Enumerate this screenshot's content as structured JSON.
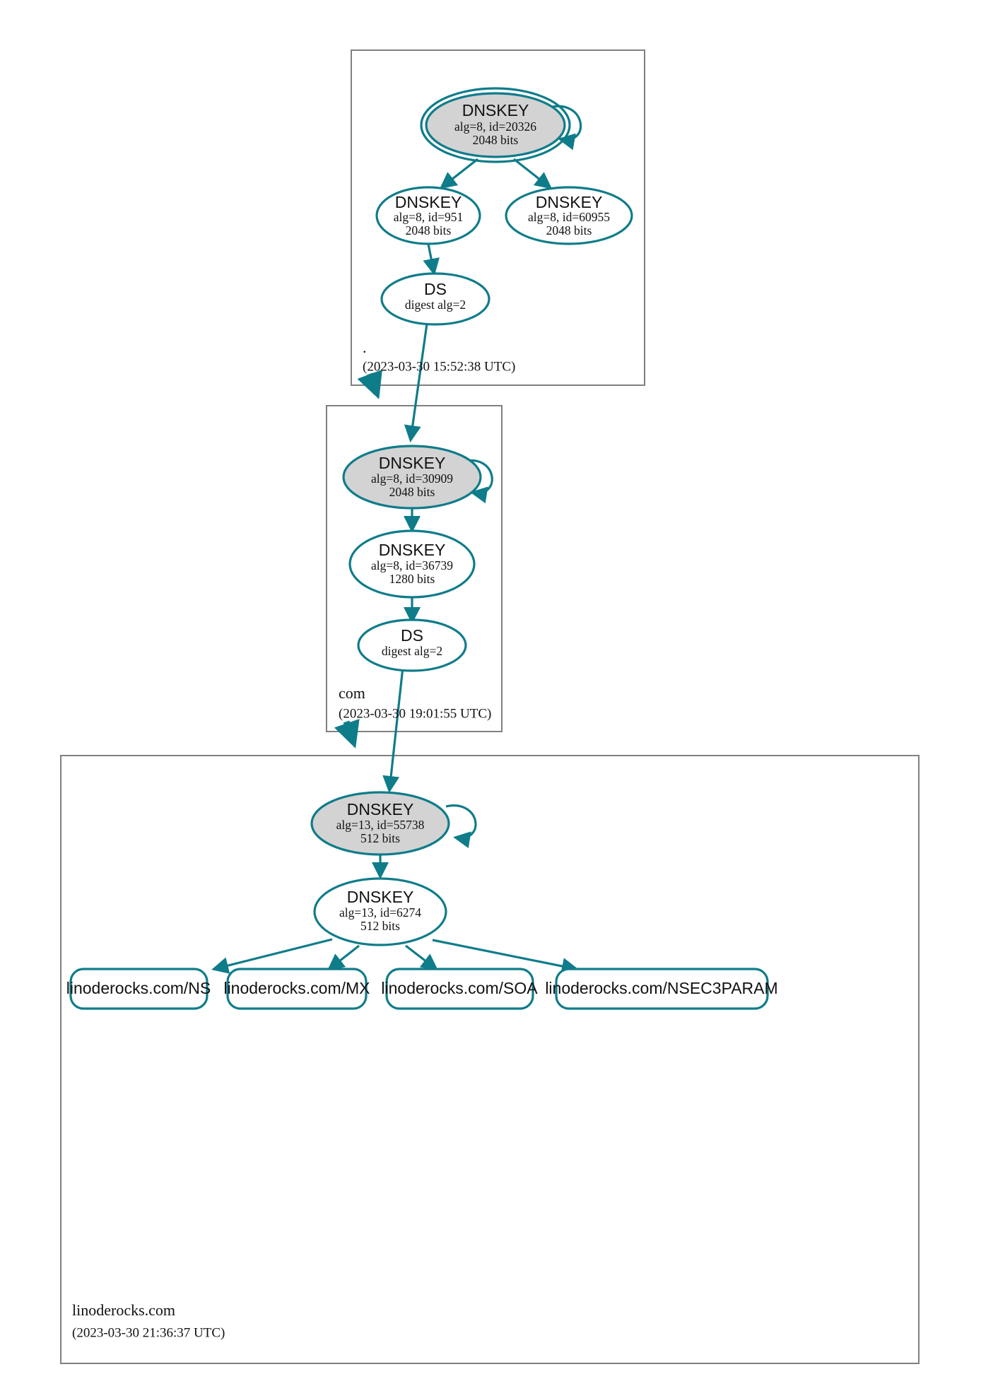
{
  "diagram": {
    "title": "DNSSEC authentication chain for linoderocks.com",
    "colors": {
      "accent": "#0f7c8a",
      "secure_fill": "#d3d3d3",
      "insecure_fill": "#ffffff",
      "zone_border": "#808080",
      "text": "#111111"
    }
  },
  "zones": [
    {
      "id": "root",
      "name": ".",
      "timestamp": "(2023-03-30 15:52:38 UTC)",
      "nodes": [
        {
          "id": "root-ksk",
          "kind": "DNSKEY",
          "title": "DNSKEY",
          "params": "alg=8, id=20326",
          "bits": "2048 bits",
          "role": "ksk",
          "alg": 8,
          "key_id": 20326,
          "key_size": 2048,
          "self_signed": true,
          "trust_anchor": true
        },
        {
          "id": "root-zsk-951",
          "kind": "DNSKEY",
          "title": "DNSKEY",
          "params": "alg=8, id=951",
          "bits": "2048 bits",
          "role": "zsk",
          "alg": 8,
          "key_id": 951,
          "key_size": 2048,
          "self_signed": false,
          "trust_anchor": false
        },
        {
          "id": "root-zsk-60955",
          "kind": "DNSKEY",
          "title": "DNSKEY",
          "params": "alg=8, id=60955",
          "bits": "2048 bits",
          "role": "zsk",
          "alg": 8,
          "key_id": 60955,
          "key_size": 2048,
          "self_signed": false,
          "trust_anchor": false
        },
        {
          "id": "root-ds",
          "kind": "DS",
          "title": "DS",
          "params": "digest alg=2",
          "bits": "",
          "role": "ds",
          "digest_alg": 2
        }
      ]
    },
    {
      "id": "com",
      "name": "com",
      "timestamp": "(2023-03-30 19:01:55 UTC)",
      "nodes": [
        {
          "id": "com-ksk",
          "kind": "DNSKEY",
          "title": "DNSKEY",
          "params": "alg=8, id=30909",
          "bits": "2048 bits",
          "role": "ksk",
          "alg": 8,
          "key_id": 30909,
          "key_size": 2048,
          "self_signed": true,
          "trust_anchor": false
        },
        {
          "id": "com-zsk",
          "kind": "DNSKEY",
          "title": "DNSKEY",
          "params": "alg=8, id=36739",
          "bits": "1280 bits",
          "role": "zsk",
          "alg": 8,
          "key_id": 36739,
          "key_size": 1280,
          "self_signed": false,
          "trust_anchor": false
        },
        {
          "id": "com-ds",
          "kind": "DS",
          "title": "DS",
          "params": "digest alg=2",
          "bits": "",
          "role": "ds",
          "digest_alg": 2
        }
      ]
    },
    {
      "id": "linoderocks",
      "name": "linoderocks.com",
      "timestamp": "(2023-03-30 21:36:37 UTC)",
      "nodes": [
        {
          "id": "lr-ksk",
          "kind": "DNSKEY",
          "title": "DNSKEY",
          "params": "alg=13, id=55738",
          "bits": "512 bits",
          "role": "ksk",
          "alg": 13,
          "key_id": 55738,
          "key_size": 512,
          "self_signed": true,
          "trust_anchor": false
        },
        {
          "id": "lr-zsk",
          "kind": "DNSKEY",
          "title": "DNSKEY",
          "params": "alg=13, id=6274",
          "bits": "512 bits",
          "role": "zsk",
          "alg": 13,
          "key_id": 6274,
          "key_size": 512,
          "self_signed": false,
          "trust_anchor": false
        }
      ],
      "rrsets": [
        {
          "id": "rr-ns",
          "label": "linoderocks.com/NS"
        },
        {
          "id": "rr-mx",
          "label": "linoderocks.com/MX"
        },
        {
          "id": "rr-soa",
          "label": "linoderocks.com/SOA"
        },
        {
          "id": "rr-nsec3param",
          "label": "linoderocks.com/NSEC3PARAM"
        }
      ]
    }
  ],
  "edges": [
    {
      "from": "root-ksk",
      "to": "root-ksk",
      "type": "self-loop"
    },
    {
      "from": "root-ksk",
      "to": "root-zsk-951",
      "type": "signs"
    },
    {
      "from": "root-ksk",
      "to": "root-zsk-60955",
      "type": "signs"
    },
    {
      "from": "root-zsk-951",
      "to": "root-ds",
      "type": "signs"
    },
    {
      "from": "root-ds",
      "to": "com-ksk",
      "type": "delegates"
    },
    {
      "from": "root",
      "to": "com",
      "type": "zone-delegation"
    },
    {
      "from": "com-ksk",
      "to": "com-ksk",
      "type": "self-loop"
    },
    {
      "from": "com-ksk",
      "to": "com-zsk",
      "type": "signs"
    },
    {
      "from": "com-zsk",
      "to": "com-ds",
      "type": "signs"
    },
    {
      "from": "com-ds",
      "to": "lr-ksk",
      "type": "delegates"
    },
    {
      "from": "com",
      "to": "linoderocks",
      "type": "zone-delegation"
    },
    {
      "from": "lr-ksk",
      "to": "lr-ksk",
      "type": "self-loop"
    },
    {
      "from": "lr-ksk",
      "to": "lr-zsk",
      "type": "signs"
    },
    {
      "from": "lr-zsk",
      "to": "rr-ns",
      "type": "signs"
    },
    {
      "from": "lr-zsk",
      "to": "rr-mx",
      "type": "signs"
    },
    {
      "from": "lr-zsk",
      "to": "rr-soa",
      "type": "signs"
    },
    {
      "from": "lr-zsk",
      "to": "rr-nsec3param",
      "type": "signs"
    }
  ]
}
